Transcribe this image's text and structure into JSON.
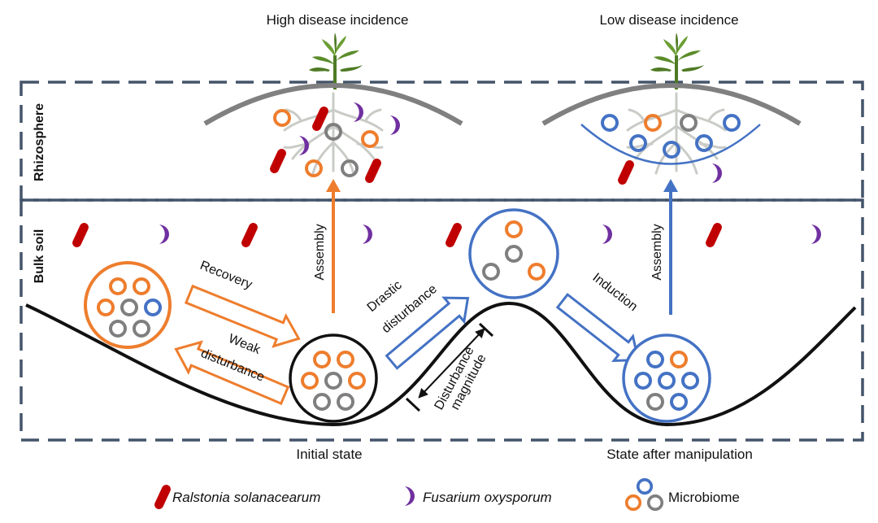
{
  "titles": {
    "left": "High disease incidence",
    "right": "Low disease incidence"
  },
  "zones": {
    "rhizosphere": "Rhizosphere",
    "bulk_soil": "Bulk soil"
  },
  "arrows": {
    "recovery": "Recovery",
    "weak_disturbance_line1": "Weak",
    "weak_disturbance_line2": "disturbance",
    "assembly_left": "Assembly",
    "drastic_line1": "Drastic",
    "drastic_line2": "disturbance",
    "induction": "Induction",
    "assembly_right": "Assembly",
    "magnitude_line1": "Disturbance",
    "magnitude_line2": "magnitude"
  },
  "states": {
    "initial": "Initial state",
    "after": "State after manipulation"
  },
  "legend": {
    "ralstonia": "Ralstonia solanacearum",
    "fusarium": "Fusarium oxysporum",
    "microbiome": "Microbiome"
  },
  "colors": {
    "orange": "#EE7D2D",
    "gray": "#7F7F7F",
    "blue": "#4472C4",
    "red": "#C00000",
    "purple": "#7030A0",
    "dash": "#44546A",
    "plant_green": "#5B8C2A"
  }
}
